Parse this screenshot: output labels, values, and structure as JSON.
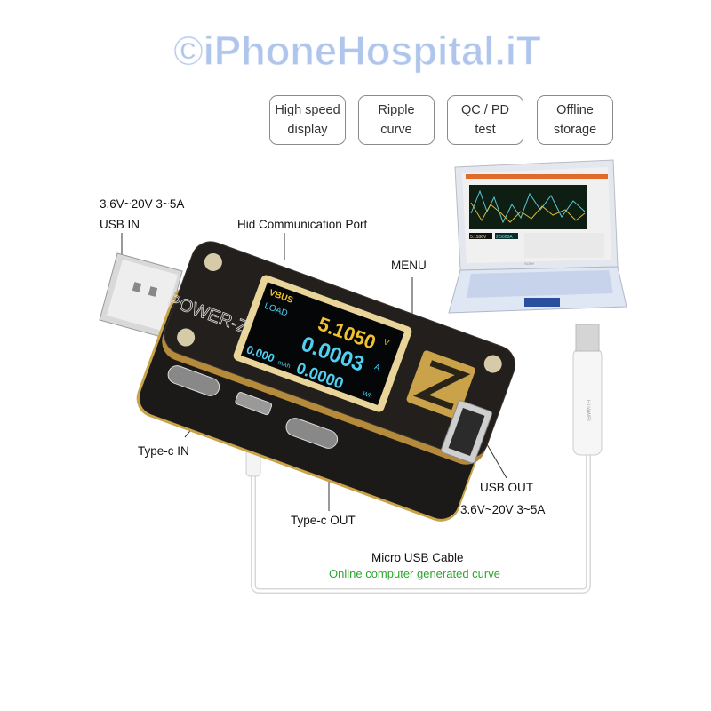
{
  "features": [
    {
      "line1": "High speed",
      "line2": "display"
    },
    {
      "line1": "Ripple",
      "line2": "curve"
    },
    {
      "line1": "QC / PD",
      "line2": "test"
    },
    {
      "line1": "Offline",
      "line2": "storage"
    }
  ],
  "labels": {
    "usb_in_spec": "3.6V~20V 3~5A",
    "usb_in": "USB IN",
    "hid_port": "Hid Communication Port",
    "menu": "MENU",
    "typec_in": "Type-c IN",
    "typec_out": "Type-c OUT",
    "usb_out": "USB OUT",
    "usb_out_spec": "3.6V~20V 3~5A",
    "cable": "Micro USB Cable",
    "cable_note": "Online computer generated curve"
  },
  "device": {
    "brand": "POWER-Z",
    "screen": {
      "vbus": "VBUS",
      "load": "LOAD",
      "voltage": "5.1050",
      "voltage_unit": "V",
      "current": "0.0003",
      "current_unit": "A",
      "mah": "0.000",
      "mah_unit": "mAh",
      "wh": "0.0000",
      "wh_unit": "Wh"
    }
  },
  "laptop": {
    "voltage": "5.1186V",
    "current": "2.5000A",
    "brand": "SONY"
  },
  "cable_brand": "HUAWEI",
  "watermark": "©iPhoneHospital.iT",
  "colors": {
    "accent_green": "#2fa52f",
    "device_body": "#1c1a18",
    "gold": "#c9a24a",
    "screen_cyan": "#4fd0f0",
    "screen_yellow": "#f2c12e"
  }
}
